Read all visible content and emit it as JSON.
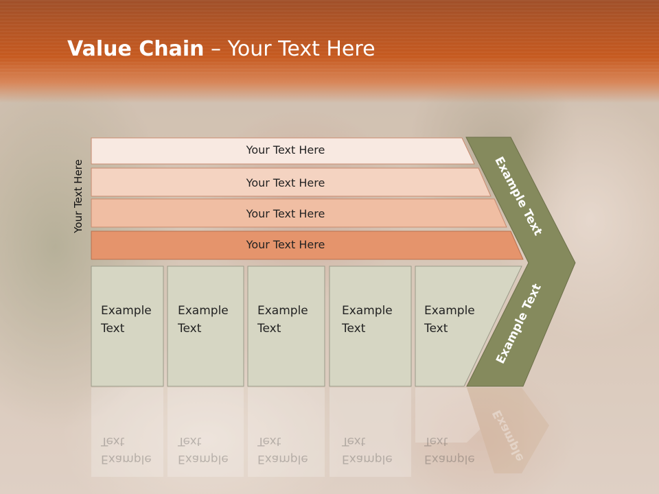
{
  "title": {
    "bold": "Value Chain",
    "rest": " – Your Text Here"
  },
  "side_label": "Your Text Here",
  "rows": [
    "Your Text Here",
    "Your Text Here",
    "Your Text Here",
    "Your Text Here"
  ],
  "boxes": [
    "Example\nText",
    "Example\nText",
    "Example\nText",
    "Example\nText",
    "Example\nText"
  ],
  "chevron": {
    "top_label": "Example Text",
    "bottom_label": "Example Text"
  },
  "colors": {
    "header": "#c65a20",
    "row1": "#f8e9e1",
    "row2": "#f4d3c1",
    "row3": "#f0bea3",
    "row4": "#e5946c",
    "box": "#d6d6c3",
    "chevron": "#858a5d"
  }
}
